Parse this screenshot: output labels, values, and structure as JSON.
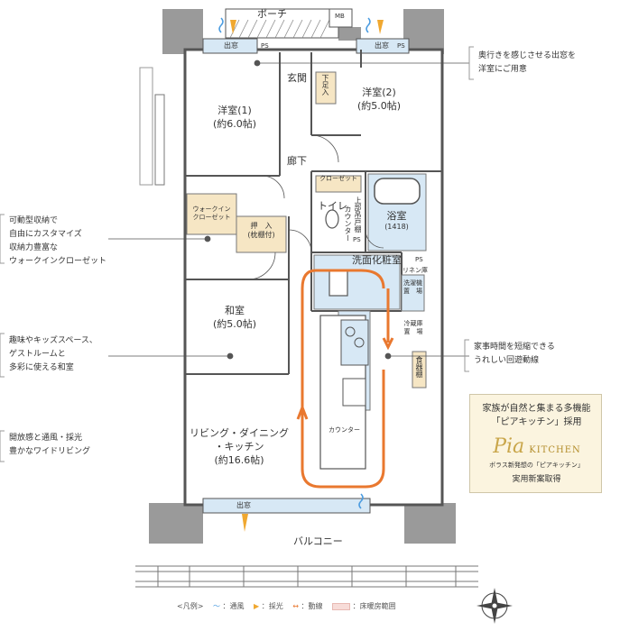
{
  "rooms": {
    "porch": "ポーチ",
    "mb": "MB",
    "bay_window_top_left": "出窓",
    "bay_window_top_right": "出窓",
    "bay_window_bottom": "出窓",
    "ps_top_left": "PS",
    "ps_top_right": "PS",
    "ps_bath": "PS",
    "ps_right": "PS",
    "entrance": "玄関",
    "shoe_box": "下足入",
    "western1_name": "洋室(1)",
    "western1_size": "(約6.0帖)",
    "western2_name": "洋室(2)",
    "western2_size": "(約5.0帖)",
    "corridor": "廊下",
    "closet": "クローゼット",
    "walk_in_closet_line1": "ウォークイン",
    "walk_in_closet_line2": "クローゼット",
    "oshiire_line1": "押　入",
    "oshiire_line2": "(枕棚付)",
    "toilet": "トイレ",
    "upper_cabinet": "上部吊戸棚",
    "counter_small": "カウンター",
    "bathroom_name": "浴室",
    "bathroom_size": "(1418)",
    "washroom": "洗面化粧室",
    "linen": "リネン庫",
    "washer_line1": "洗濯機",
    "washer_line2": "置　場",
    "fridge_line1": "冷蔵庫",
    "fridge_line2": "置　場",
    "pantry": "食器棚",
    "japanese_name": "和室",
    "japanese_size": "(約5.0帖)",
    "living_line1": "リビング・ダイニング",
    "living_line2": "・キッチン",
    "living_size": "(約16.6帖)",
    "counter": "カウンター",
    "balcony": "バルコニー"
  },
  "callouts": {
    "bay_line1": "奥行きを感じさせる出窓を",
    "bay_line2": "洋室にご用意",
    "storage_line1": "可動型収納で",
    "storage_line2": "自由にカスタマイズ",
    "storage_line3": "収納力豊富な",
    "storage_line4": "ウォークインクローゼット",
    "japanese_line1": "趣味やキッズスペース、",
    "japanese_line2": "ゲストルームと",
    "japanese_line3": "多彩に使える和室",
    "living_line1": "開放感と通風・採光",
    "living_line2": "豊かなワイドリビング",
    "flow_line1": "家事時間を短縮できる",
    "flow_line2": "うれしい回遊動線"
  },
  "pia_box": {
    "head_line1": "家族が自然と集まる多機能",
    "head_line2": "「ピアキッチン」採用",
    "logo_script": "Pia",
    "logo_word": "KITCHEN",
    "sub": "ボラス新発想の「ピアキッチン」",
    "foot": "実用新案取得"
  },
  "legend": {
    "prefix": "<凡例>",
    "wind": "：通風",
    "light": "：採光",
    "flow": "：動線",
    "floor_heat": "：床暖房範囲"
  },
  "colors": {
    "wall": "#9a9a9a",
    "wet_area": "#d7e8f5",
    "storage": "#f6e6c4",
    "flow_arrow": "#e9782f",
    "light_arrow": "#f0a830",
    "wind_arrow": "#4a9be0",
    "pia_bg": "#fbf4df"
  }
}
